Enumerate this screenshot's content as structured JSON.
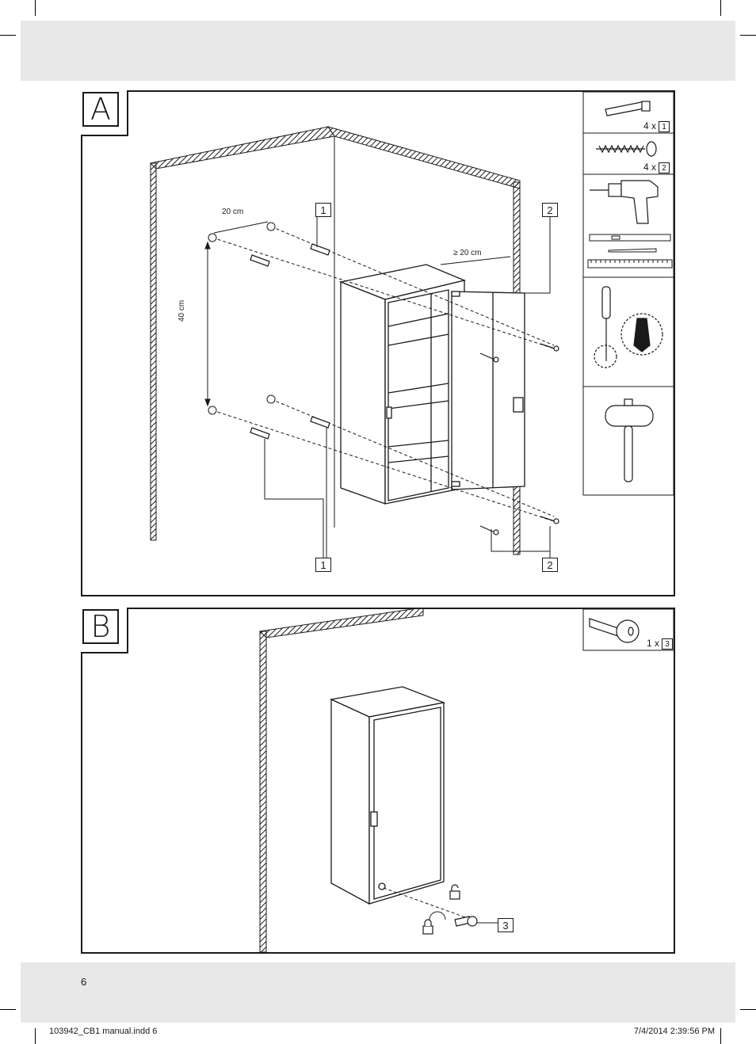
{
  "page_number": "6",
  "footer": {
    "file": "103942_CB1 manual.indd   6",
    "timestamp": "7/4/2014   2:39:56 PM"
  },
  "step_a": {
    "label": "A",
    "dimensions": {
      "horizontal": "20 cm",
      "vertical": "40 cm",
      "clearance": "≥ 20 cm"
    },
    "callouts": {
      "dowel_top": "1",
      "screw_top": "2",
      "dowel_bottom": "1",
      "screw_bottom": "2"
    },
    "parts": [
      {
        "qty": "4 x",
        "ref": "1",
        "icon": "wall-plug-icon"
      },
      {
        "qty": "4 x",
        "ref": "2",
        "icon": "screw-icon"
      }
    ],
    "tools": [
      "drill-icon",
      "spirit-level-icon",
      "pencil-icon",
      "ruler-icon",
      "screwdriver-icon",
      "hammer-icon"
    ]
  },
  "step_b": {
    "label": "B",
    "parts": [
      {
        "qty": "1 x",
        "ref": "3",
        "icon": "key-icon"
      }
    ],
    "callouts": {
      "key": "3"
    }
  }
}
